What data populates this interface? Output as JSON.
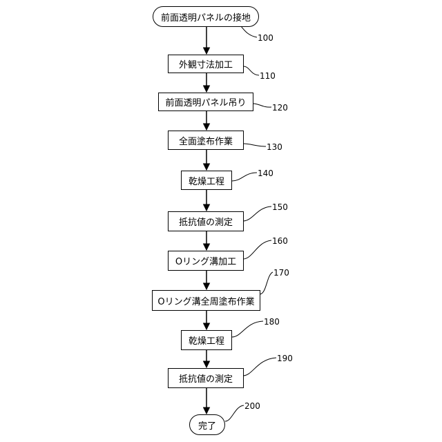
{
  "flowchart": {
    "start": {
      "label": "前面透明パネルの接地",
      "ref": "100"
    },
    "steps": [
      {
        "label": "外観寸法加工",
        "ref": "110"
      },
      {
        "label": "前面透明パネル吊り",
        "ref": "120"
      },
      {
        "label": "全面塗布作業",
        "ref": "130"
      },
      {
        "label": "乾燥工程",
        "ref": "140"
      },
      {
        "label": "抵抗値の測定",
        "ref": "150"
      },
      {
        "label": "Oリング溝加工",
        "ref": "160"
      },
      {
        "label": "Oリング溝全周塗布作業",
        "ref": "170"
      },
      {
        "label": "乾燥工程",
        "ref": "180"
      },
      {
        "label": "抵抗値の測定",
        "ref": "190"
      }
    ],
    "end": {
      "label": "完了",
      "ref": "200"
    }
  }
}
